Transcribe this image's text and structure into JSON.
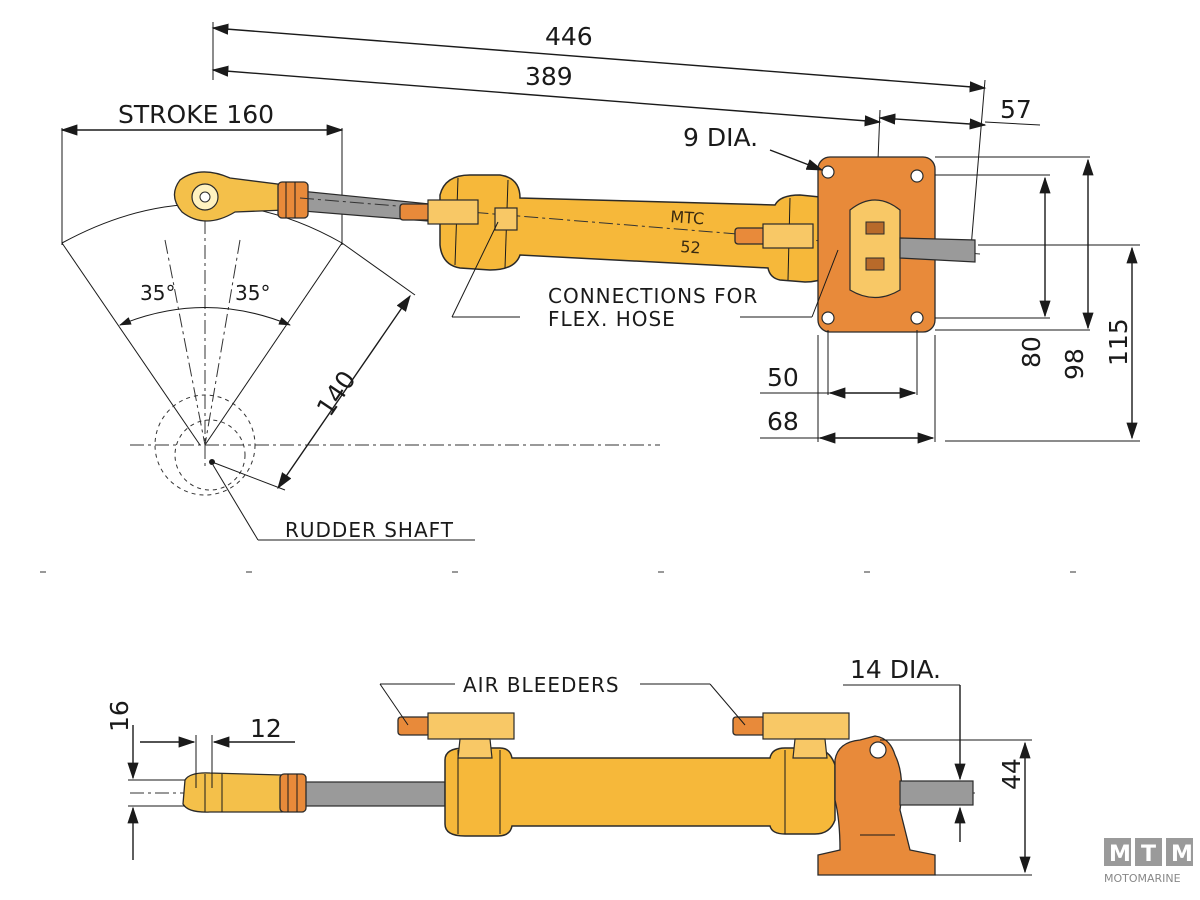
{
  "top_view": {
    "dim_446": "446",
    "dim_389": "389",
    "dim_57": "57",
    "stroke_label": "STROKE 160",
    "hole_label": "9 DIA.",
    "body_text_1": "MTC",
    "body_text_2": "52",
    "angle_left": "35°",
    "angle_right": "35°",
    "dim_140": "140",
    "connections_line1": "CONNECTIONS FOR",
    "connections_line2": "FLEX. HOSE",
    "rudder_shaft_label": "RUDDER SHAFT",
    "dim_50": "50",
    "dim_68": "68",
    "dim_80": "80",
    "dim_98": "98",
    "dim_115": "115"
  },
  "side_view": {
    "air_bleeders_label": "AIR BLEEDERS",
    "rod_dia_label": "14 DIA.",
    "dim_16": "16",
    "dim_12": "12",
    "dim_44": "44"
  },
  "logo": {
    "letters": [
      "M",
      "T",
      "M"
    ],
    "subtitle": "MOTOMARINE"
  }
}
